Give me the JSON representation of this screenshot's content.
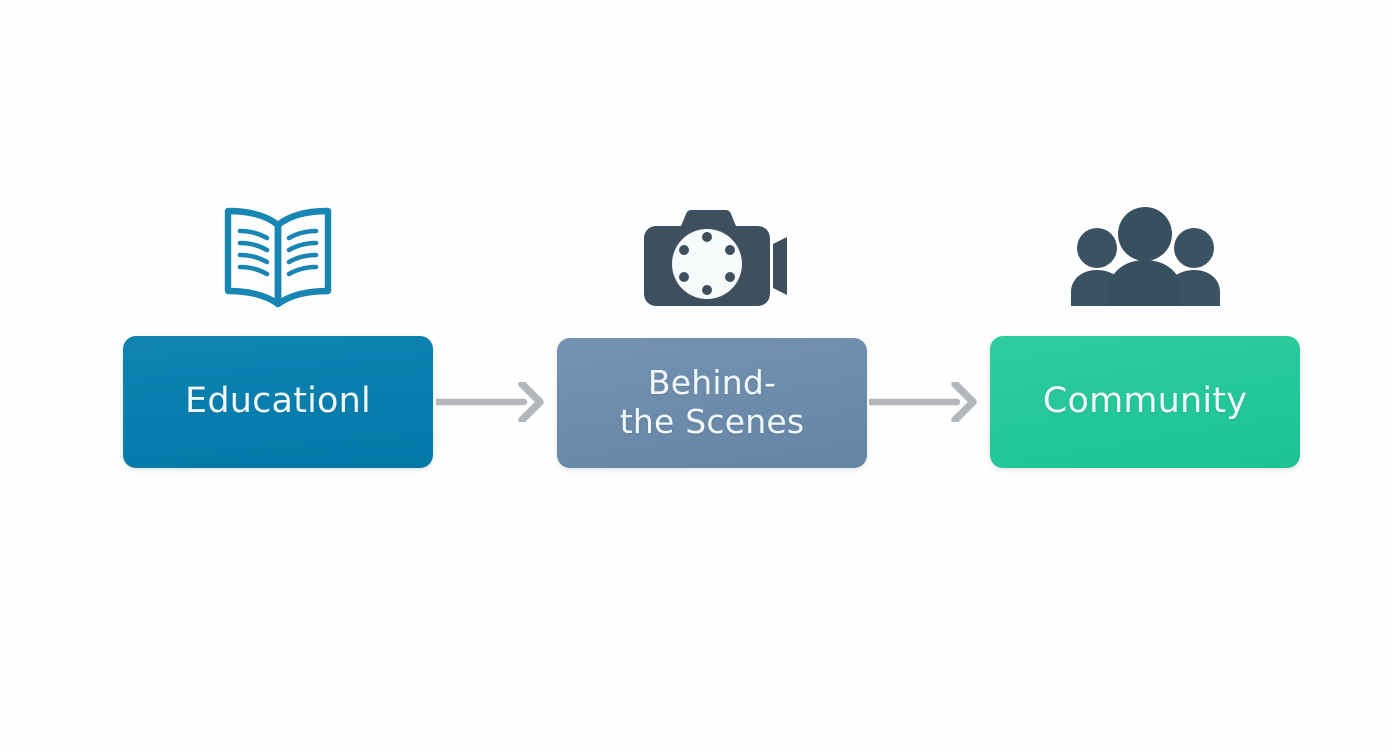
{
  "diagram": {
    "type": "flow",
    "orientation": "left-to-right",
    "background_color": "#fefefe",
    "nodes": [
      {
        "id": "educational",
        "label": "Educationl",
        "icon": "open-book-icon",
        "box_color": "#077eae",
        "icon_color": "#1786b3",
        "text_color": "#f2f7fa",
        "order": 1
      },
      {
        "id": "behind-the-scenes",
        "label": "Behind-\nthe Scenes",
        "icon": "video-camera-icon",
        "box_color": "#6c8bab",
        "icon_color": "#3e4f5e",
        "text_color": "#f2f7fa",
        "order": 2
      },
      {
        "id": "community",
        "label": "Community",
        "icon": "people-group-icon",
        "box_color": "#24c79a",
        "icon_color": "#36505f",
        "text_color": "#f2f7fa",
        "order": 3
      }
    ],
    "connectors": [
      {
        "id": "connector-1",
        "from": "educational",
        "to": "behind-the-scenes",
        "style": "arrow",
        "color": "#b3b6bb",
        "label": ""
      },
      {
        "id": "connector-2",
        "from": "behind-the-scenes",
        "to": "community",
        "style": "arrow",
        "color": "#b3b6bb",
        "label": ""
      }
    ]
  }
}
